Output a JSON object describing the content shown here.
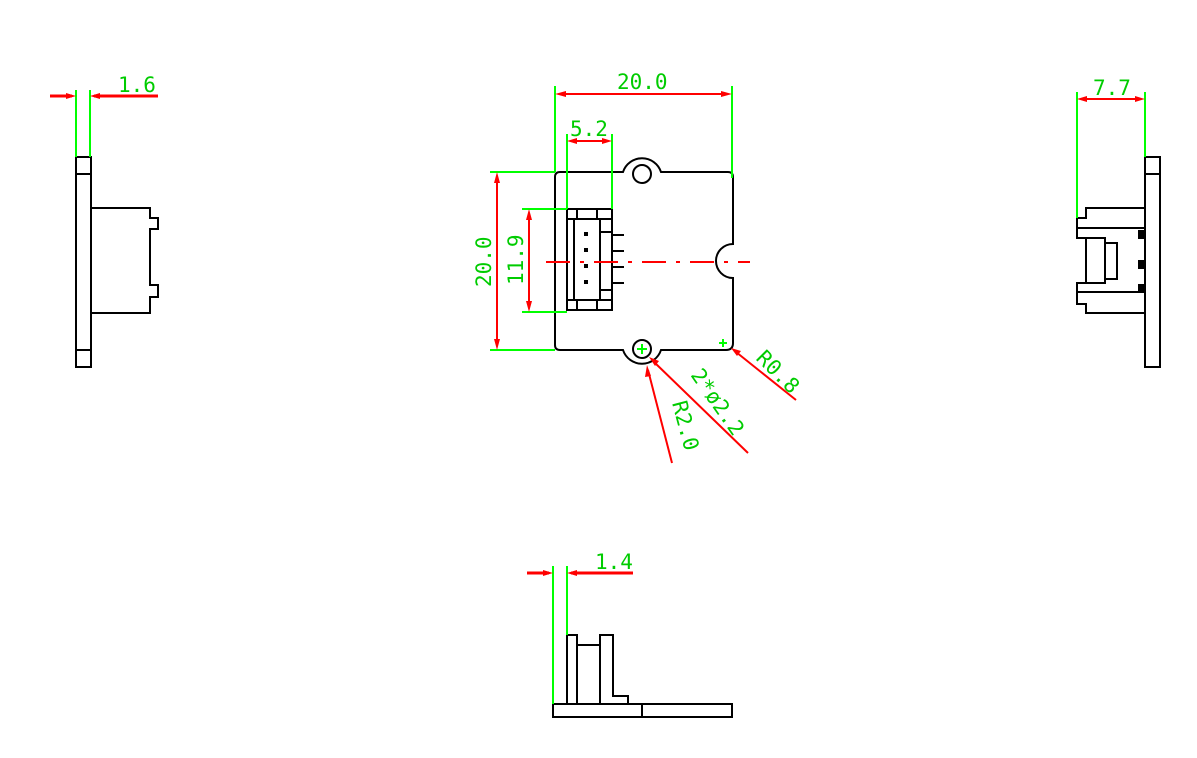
{
  "colors": {
    "outline": "#000000",
    "dimension_line": "#00ff00",
    "dimension_text": "#00cc00",
    "arrow": "#ff0000",
    "background": "#ffffff"
  },
  "dimensions": {
    "left_thickness": "1.6",
    "top_width": "20.0",
    "connector_width": "5.2",
    "right_depth": "7.7",
    "left_height": "20.0",
    "connector_height": "11.9",
    "corner_radius": "R0.8",
    "hole_callout": "2*ø2.2",
    "hole_radius": "R2.0",
    "bottom_thickness": "1.4"
  }
}
